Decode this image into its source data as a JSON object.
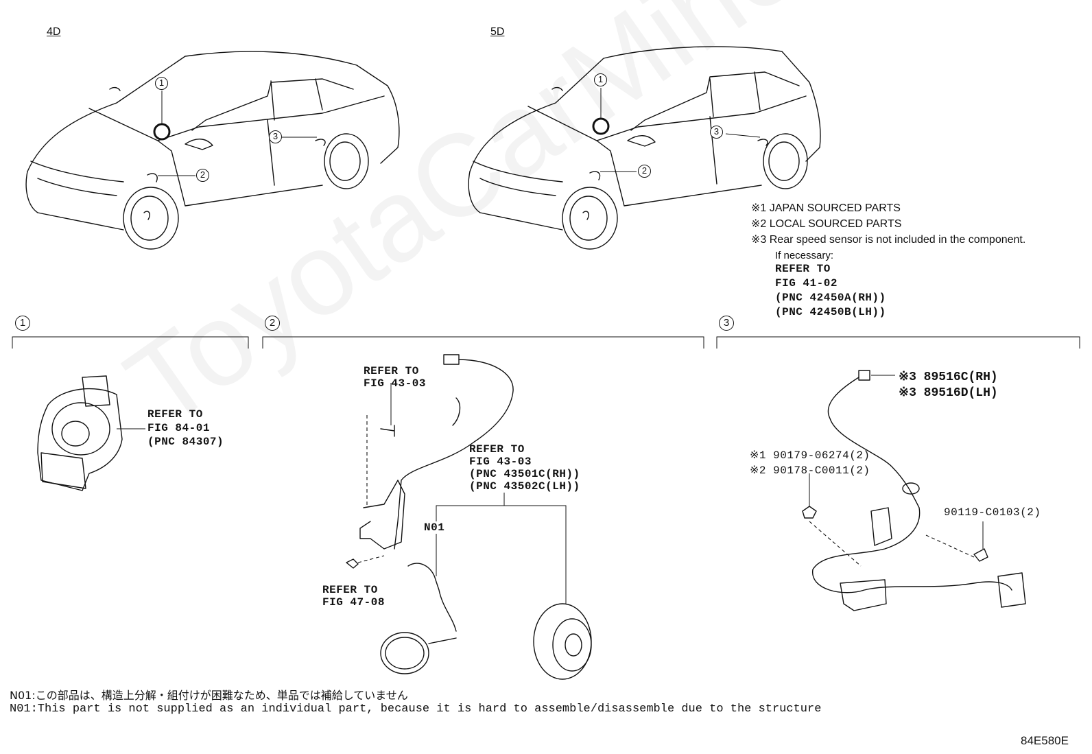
{
  "variants": {
    "sedan": "4D",
    "hatchback": "5D"
  },
  "callouts": [
    "1",
    "2",
    "3"
  ],
  "notes": {
    "line1": "※1 JAPAN SOURCED PARTS",
    "line2": "※2 LOCAL SOURCED PARTS",
    "line3": "※3 Rear speed sensor is not included in the component.",
    "line4": "If necessary:",
    "line5": "REFER TO",
    "line6": "FIG 41-02",
    "line7": "(PNC 42450A(RH))",
    "line8": "(PNC 42450B(LH))"
  },
  "section1": {
    "refer1": "REFER TO",
    "refer2": "FIG 84-01",
    "refer3": "(PNC 84307)"
  },
  "section2": {
    "refer_a1": "REFER TO",
    "refer_a2": "FIG 43-03",
    "refer_b1": "REFER TO",
    "refer_b2": "FIG 43-03",
    "refer_b3": "(PNC 43501C(RH))",
    "refer_b4": "(PNC 43502C(LH))",
    "n01": "N01",
    "refer_c1": "REFER TO",
    "refer_c2": "FIG 47-08"
  },
  "section3": {
    "part_rh": "※3 89516C(RH)",
    "part_lh": "※3 89516D(LH)",
    "bolt1": "※1 90179-06274(2)",
    "bolt2": "※2 90178-C0011(2)",
    "bolt3": "90119-C0103(2)"
  },
  "footer": {
    "jp": "N01:この部品は、構造上分解・組付けが困難なため、単品では補給していません",
    "en": "N01:This part is not supplied as an individual part, because it is hard to assemble/disassemble due to the structure",
    "code": "84E580E"
  },
  "watermark": "ToyotaCarMine.ru"
}
